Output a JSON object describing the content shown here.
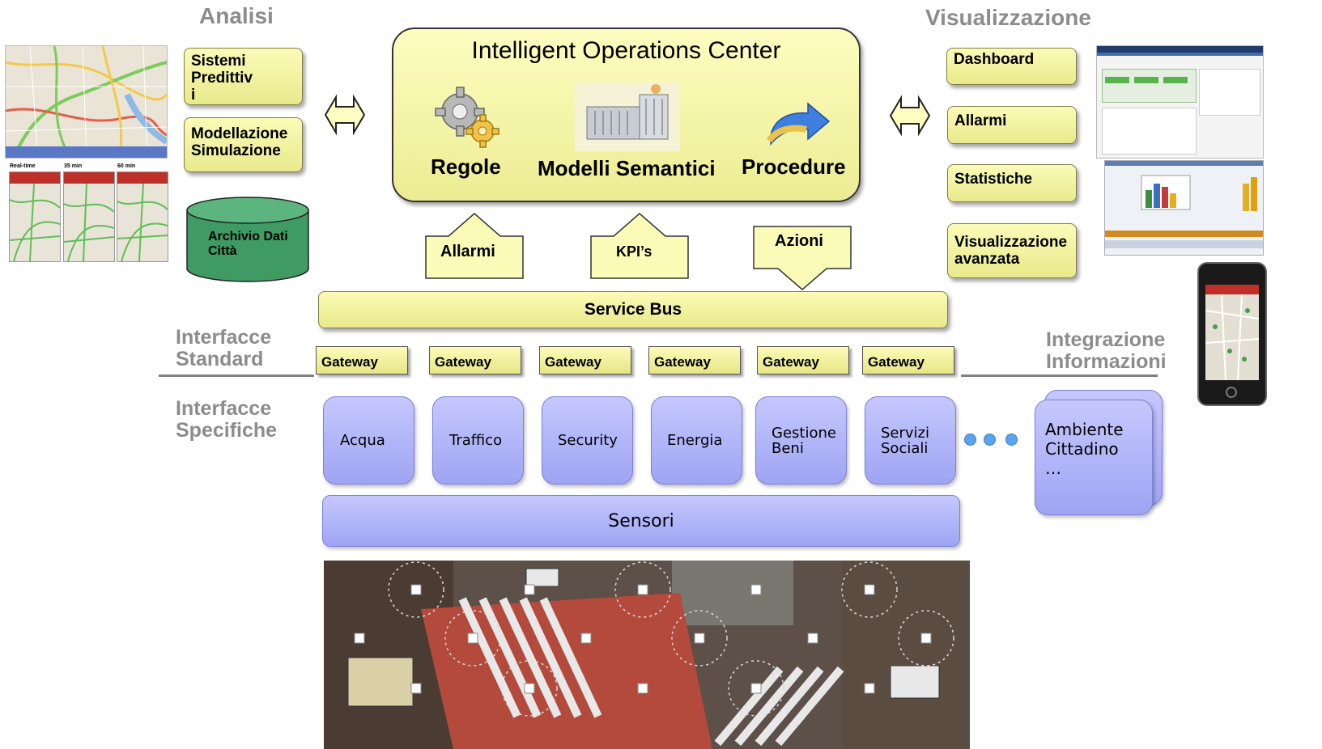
{
  "headings": {
    "analisi": "Analisi",
    "visualizzazione": "Visualizzazione"
  },
  "left_boxes": {
    "sistemi_predittivi": "Sistemi\nPredittiv\ni",
    "modellazione": "Modellazione\nSimulazione"
  },
  "archivio": "Archivio Dati\nCittà",
  "map_labels": [
    "Real-time",
    "35 min",
    "60 min"
  ],
  "ioc": {
    "title": "Intelligent Operations Center",
    "regole": "Regole",
    "modelli": "Modelli Semantici",
    "procedure": "Procedure"
  },
  "flow": {
    "allarmi": "Allarmi",
    "kpi": "KPI’s",
    "azioni": "Azioni"
  },
  "service_bus": "Service Bus",
  "gateways": [
    "Gateway",
    "Gateway",
    "Gateway",
    "Gateway",
    "Gateway",
    "Gateway"
  ],
  "side_labels": {
    "interfacce_standard": "Interfacce\nStandard",
    "interfacce_specifiche": "Interfacce\nSpecifiche",
    "integrazione": "Integrazione\nInformazioni"
  },
  "domains": [
    "Acqua",
    "Traffico",
    "Security",
    "Energia",
    "Gestione\nBeni",
    "Servizi\nSociali"
  ],
  "ambiente": "Ambiente\nCittadino\n…",
  "sensori": "Sensori",
  "right_boxes": [
    "Dashboard",
    "Allarmi",
    "Statistiche",
    "Visualizzazione\navanzata"
  ]
}
